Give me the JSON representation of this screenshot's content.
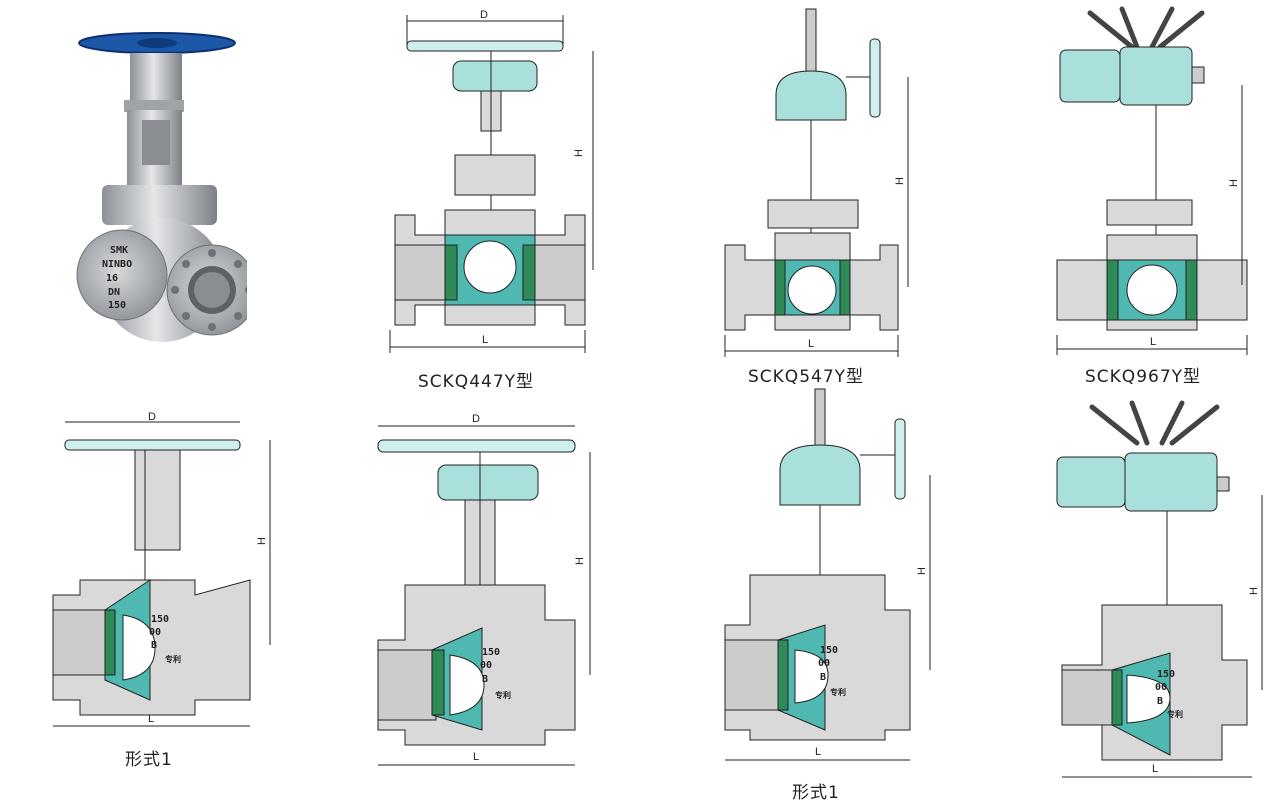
{
  "photo": {
    "nameplate": [
      "SMK",
      "NINBO",
      "16",
      "DN",
      "150"
    ]
  },
  "drawings": [
    {
      "caption": "SCKQ447Y型",
      "dim_d": "D",
      "dim_h": "H",
      "dim_l": "L"
    },
    {
      "caption": "SCKQ547Y型",
      "dim_h": "H",
      "dim_l": "L"
    },
    {
      "caption": "SCKQ967Y型",
      "dim_h": "H",
      "dim_l": "L"
    },
    {
      "caption": "形式1",
      "dim_d": "D",
      "dim_h": "H",
      "dim_l": "L",
      "stamp": [
        "150",
        "00",
        "B",
        "专利"
      ]
    },
    {
      "caption": "",
      "dim_d": "D",
      "dim_h": "H",
      "dim_l": "L",
      "stamp": [
        "150",
        "00",
        "B",
        "专利"
      ]
    },
    {
      "caption": "形式1",
      "dim_h": "H",
      "dim_l": "L",
      "stamp": [
        "150",
        "00",
        "B",
        "专利"
      ]
    },
    {
      "caption": "",
      "dim_h": "H",
      "dim_l": "L",
      "stamp": [
        "150",
        "00",
        "B",
        "专利"
      ]
    }
  ],
  "colors": {
    "body_gray": "#d9d9d9",
    "teal": "#4fb8b0",
    "light_teal": "#a9e0dc",
    "seal_green": "#2e8b57",
    "handwheel_blue": "#1c57a8",
    "steel": "#b8bcc0",
    "line": "#222222"
  }
}
